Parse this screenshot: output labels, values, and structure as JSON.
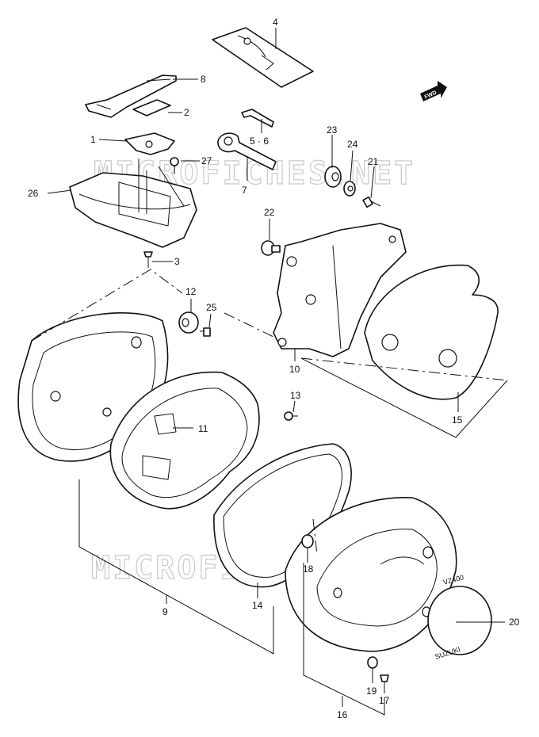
{
  "watermark": "MICROFICHES.NET",
  "fwd_label": "FWD",
  "part_lettering": {
    "cover_model": "VZ400",
    "emblem_brand": "SUZUKI"
  },
  "callouts": {
    "p1": "1",
    "p2": "2",
    "p3": "3",
    "p4": "4",
    "p5_6": "5 · 6",
    "p7": "7",
    "p8": "8",
    "p9": "9",
    "p10": "10",
    "p11": "11",
    "p12": "12",
    "p13": "13",
    "p14": "14",
    "p15": "15",
    "p16": "16",
    "p17": "17",
    "p18": "18",
    "p19": "19",
    "p20": "20",
    "p21": "21",
    "p22": "22",
    "p23": "23",
    "p24": "24",
    "p25": "25",
    "p26": "26",
    "p27": "27"
  }
}
